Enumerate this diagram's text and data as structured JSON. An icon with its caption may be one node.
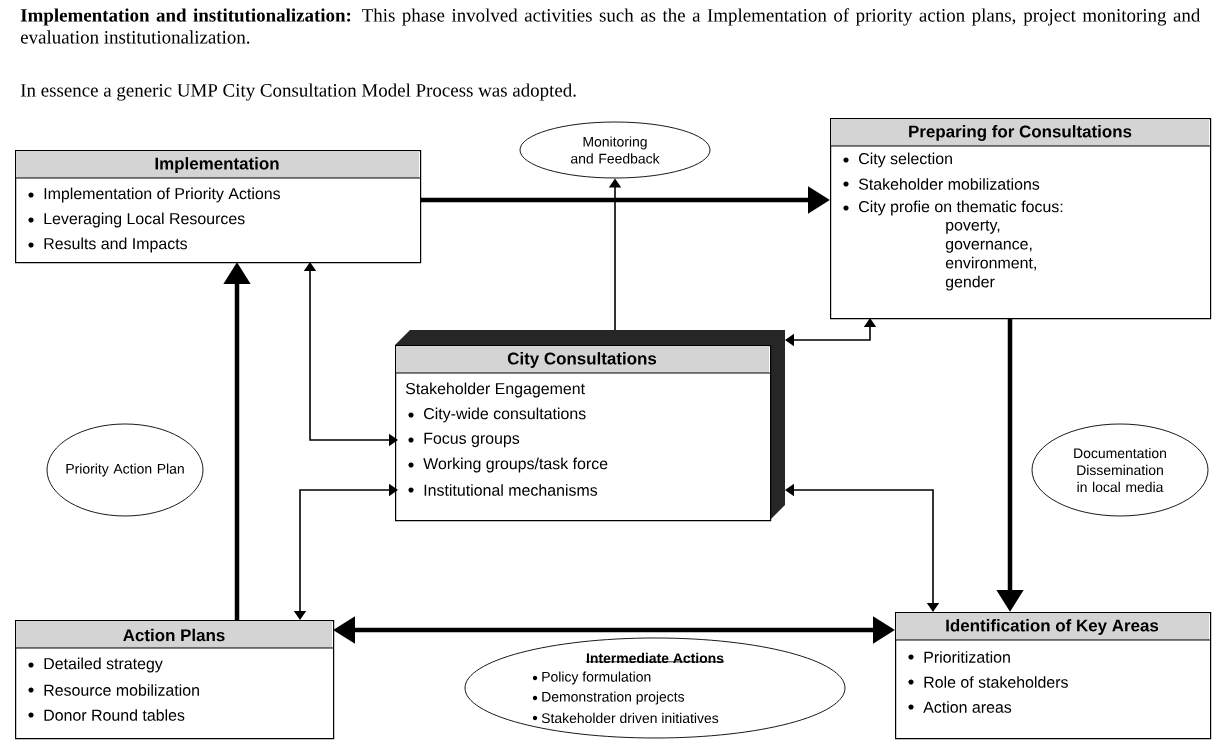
{
  "diagram": {
    "nodes": [
      {
        "text": [
          "Monitoring and Feedback"
        ]
      },
      {
        "text": [
          "Implementation",
          "Implementation of Priority Actions",
          "Leveraging Local Resources",
          "Results and Impacts"
        ]
      },
      {
        "text": [
          "Preparing for Consultations",
          "City selection",
          "Stakeholder mobilizations",
          "City profie on thematic focus:",
          "poverty, governance, environment, gender"
        ]
      },
      {
        "text": [
          "City Consultations",
          "Stakeholder Engagement",
          "City-wide consultations",
          "Focus groups",
          "Working groups/task force",
          "Institutional mechanisms"
        ]
      },
      {
        "text": [
          "Priority Action Plan"
        ]
      },
      {
        "text": [
          "Documentation Dissemination in local media"
        ]
      },
      {
        "text": [
          "Action Plans",
          "Detailed strategy",
          "Resource mobilization",
          "Donor Round tables"
        ]
      },
      {
        "text": [
          "Intermediate Actions",
          "Policy formulation",
          "Demonstration projects",
          "Stakeholder driven initiatives"
        ]
      },
      {
        "text": [
          "Identification of Key Areas",
          "Prioritization",
          "Role of stakeholders",
          "Action areas"
        ]
      }
    ],
    "edges": [
      {
        "from": 1,
        "to": 2,
        "arrow": "to",
        "style": "thick"
      },
      {
        "from": 3,
        "to": 0,
        "arrow": "to"
      },
      {
        "from": 1,
        "to": 3,
        "arrow": "both"
      },
      {
        "from": 3,
        "to": 6,
        "arrow": "both"
      },
      {
        "from": 6,
        "to": 1,
        "arrow": "to",
        "style": "thick"
      },
      {
        "from": 3,
        "to": 2,
        "arrow": "both"
      },
      {
        "from": 2,
        "to": 8,
        "arrow": "to",
        "style": "thick"
      },
      {
        "from": 3,
        "to": 8,
        "arrow": "both"
      },
      {
        "from": 6,
        "to": 8,
        "arrow": "both",
        "style": "thick"
      }
    ],
    "labels": [
      "**Implementation and institutionalization:** This phase involved activities such as the a Implementation of priority action plans, project monitoring and evaluation institutionalization.",
      "In essence a generic UMP City Consultation Model Process was adopted."
    ]
  }
}
